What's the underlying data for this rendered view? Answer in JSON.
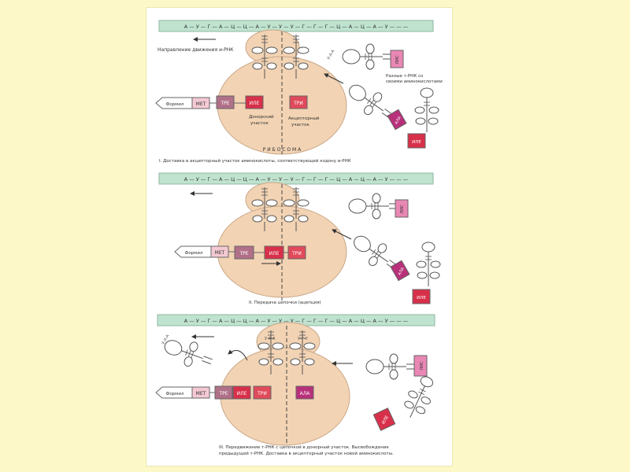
{
  "codon_text": "А — У — Г — А — Ц — Ц — А — У — У — У — Г — Г — Г — Ц — А — Ц — А — У — — —",
  "direction_label": "Направление движения и-РНК",
  "free_trna_label_1": "Разные т-РНК со",
  "free_trna_label_2": "своими аминокислотами",
  "ribosome_label": "Р И Б О С О М А",
  "donor_label_1": "Донорский",
  "donor_label_2": "участок",
  "acceptor_label_1": "Акцепторный",
  "acceptor_label_2": "участок",
  "amino": {
    "formyl": "Формил",
    "met": "МЕТ",
    "tre": "ТРЕ",
    "ile": "ИЛЕ",
    "tri": "ТРИ",
    "ala": "АЛА",
    "lys": "ЛИС"
  },
  "anticodon_uaa": "У-А-А",
  "anticodon_uga": "У-Г-У",
  "stage1_caption": "I. Доставка в акцепторный участок аминокислоты, соответствующей кодону и-РНК",
  "stage2_caption": "II. Передача цепочки (ацепция)",
  "stage3_caption_1": "III. Передвижение т-РНК с цепочкой в донорный участок. Высвобождение",
  "stage3_caption_2": "предыдущей т-РНК. Доставка в акцепторный участок новой аминокислоты.",
  "colors": {
    "background": "#fdf8c8",
    "mrna": "#bfe3cf",
    "ribosome": "#f2d3b3",
    "met": "#f4c9d4",
    "tre": "#b07088",
    "ile": "#d8304a",
    "tri": "#e04a5a",
    "ala": "#b8307a",
    "lys": "#e987b4"
  }
}
